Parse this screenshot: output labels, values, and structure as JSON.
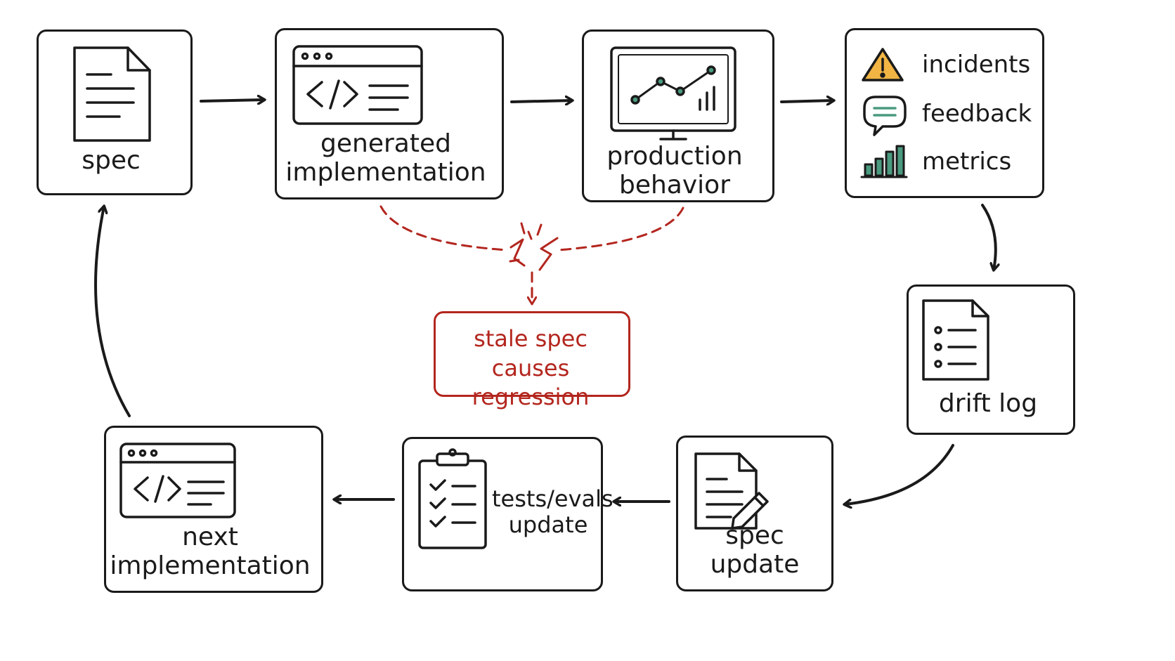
{
  "nodes": {
    "spec": {
      "label": "spec",
      "icon": "document-icon"
    },
    "generated": {
      "label_line1": "generated",
      "label_line2": "implementation",
      "icon": "code-window-icon"
    },
    "production": {
      "label_line1": "production",
      "label_line2": "behavior",
      "icon": "monitor-chart-icon"
    },
    "signals": {
      "items": [
        {
          "label": "incidents",
          "icon": "warning-icon"
        },
        {
          "label": "feedback",
          "icon": "chat-bubble-icon"
        },
        {
          "label": "metrics",
          "icon": "bar-chart-icon"
        }
      ]
    },
    "drift_log": {
      "label": "drift log",
      "icon": "checklist-document-icon"
    },
    "spec_update": {
      "label_line1": "spec",
      "label_line2": "update",
      "icon": "document-pencil-icon"
    },
    "tests_update": {
      "label_line1": "tests/evals",
      "label_line2": "update",
      "icon": "clipboard-checklist-icon"
    },
    "next_impl": {
      "label_line1": "next",
      "label_line2": "implementation",
      "icon": "code-window-icon"
    },
    "stale": {
      "label_line1": "stale spec",
      "label_line2": "causes regression"
    }
  },
  "colors": {
    "ink": "#1a1a1a",
    "warning_red": "#b3261e",
    "alert_yellow": "#f2b544",
    "accent_teal": "#4a9a7f"
  }
}
